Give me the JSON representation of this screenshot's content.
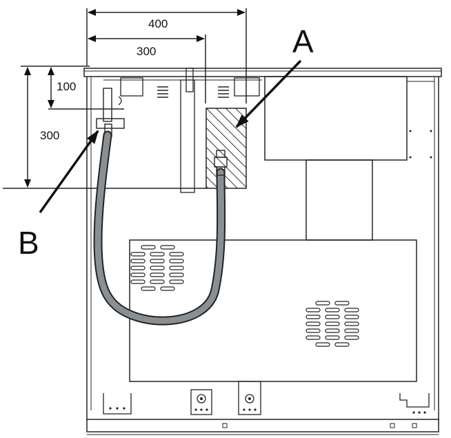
{
  "dimensions": {
    "top_outer": "400",
    "top_inner": "300",
    "side_short": "100",
    "side_long": "300"
  },
  "callouts": {
    "a": "A",
    "b": "B"
  },
  "colors": {
    "line": "#222222",
    "hose": "#8a8f94",
    "hatch": "#444444"
  }
}
